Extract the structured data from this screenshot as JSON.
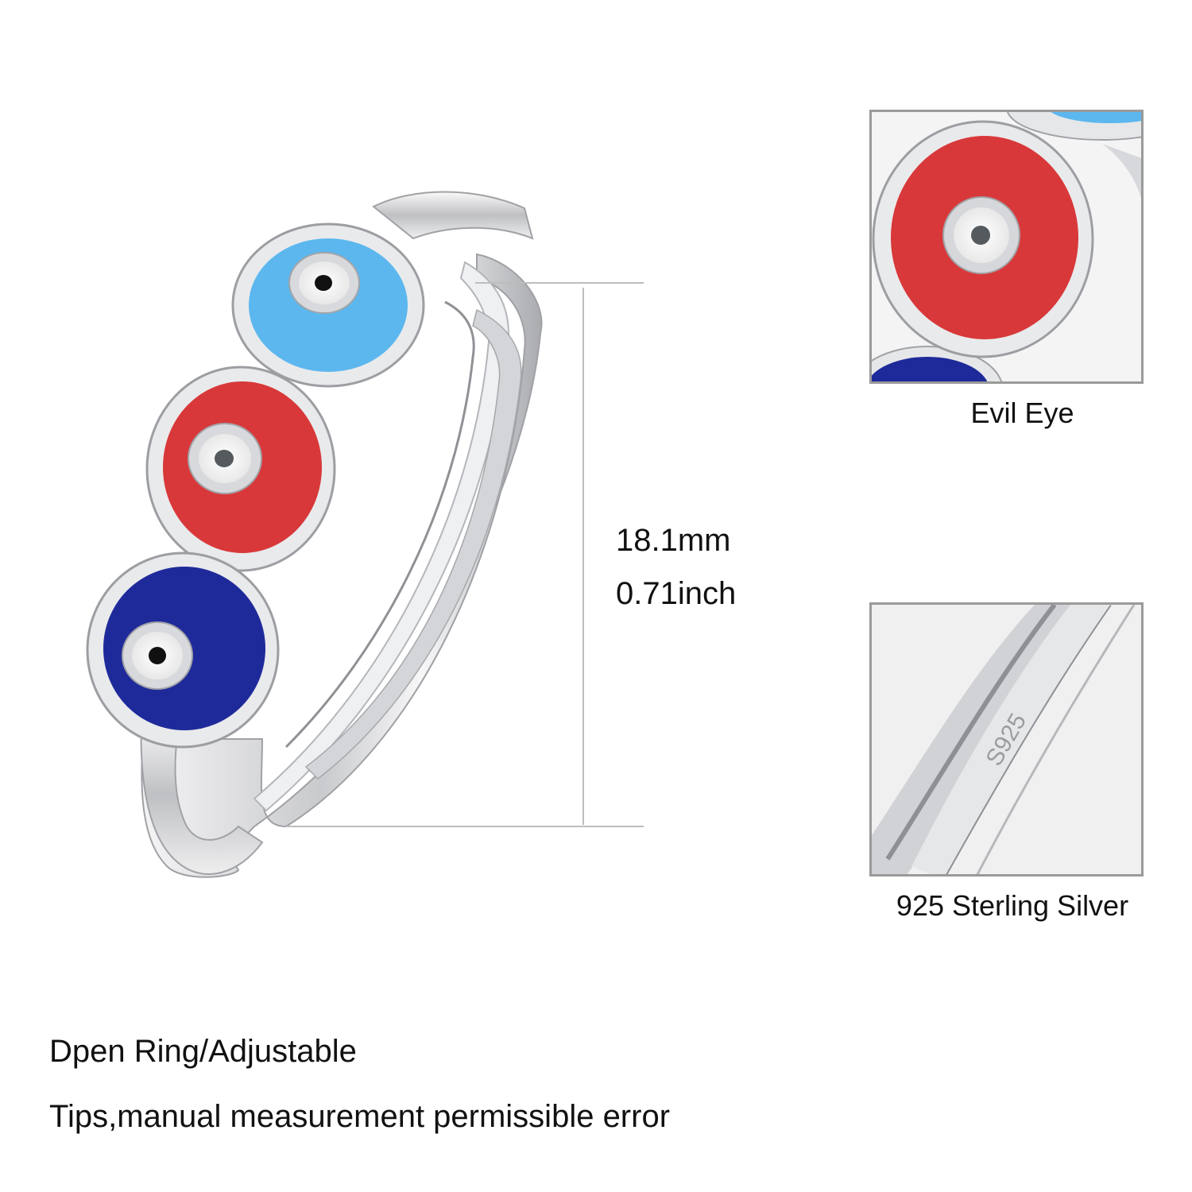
{
  "measurement": {
    "mm_label": "18.1mm",
    "inch_label": "0.71inch"
  },
  "insets": [
    {
      "caption": "Evil Eye"
    },
    {
      "caption": "925 Sterling Silver",
      "engraving": "S925"
    }
  ],
  "notes": {
    "line1": "Dpen Ring/Adjustable",
    "line2": "Tips,manual measurement permissible error"
  },
  "colors": {
    "light_blue_enamel": "#5cb7ee",
    "red_enamel": "#d8383a",
    "navy_enamel": "#1f2a9a",
    "silver": "#d9dadc",
    "guide_line": "#bdbdbd"
  }
}
